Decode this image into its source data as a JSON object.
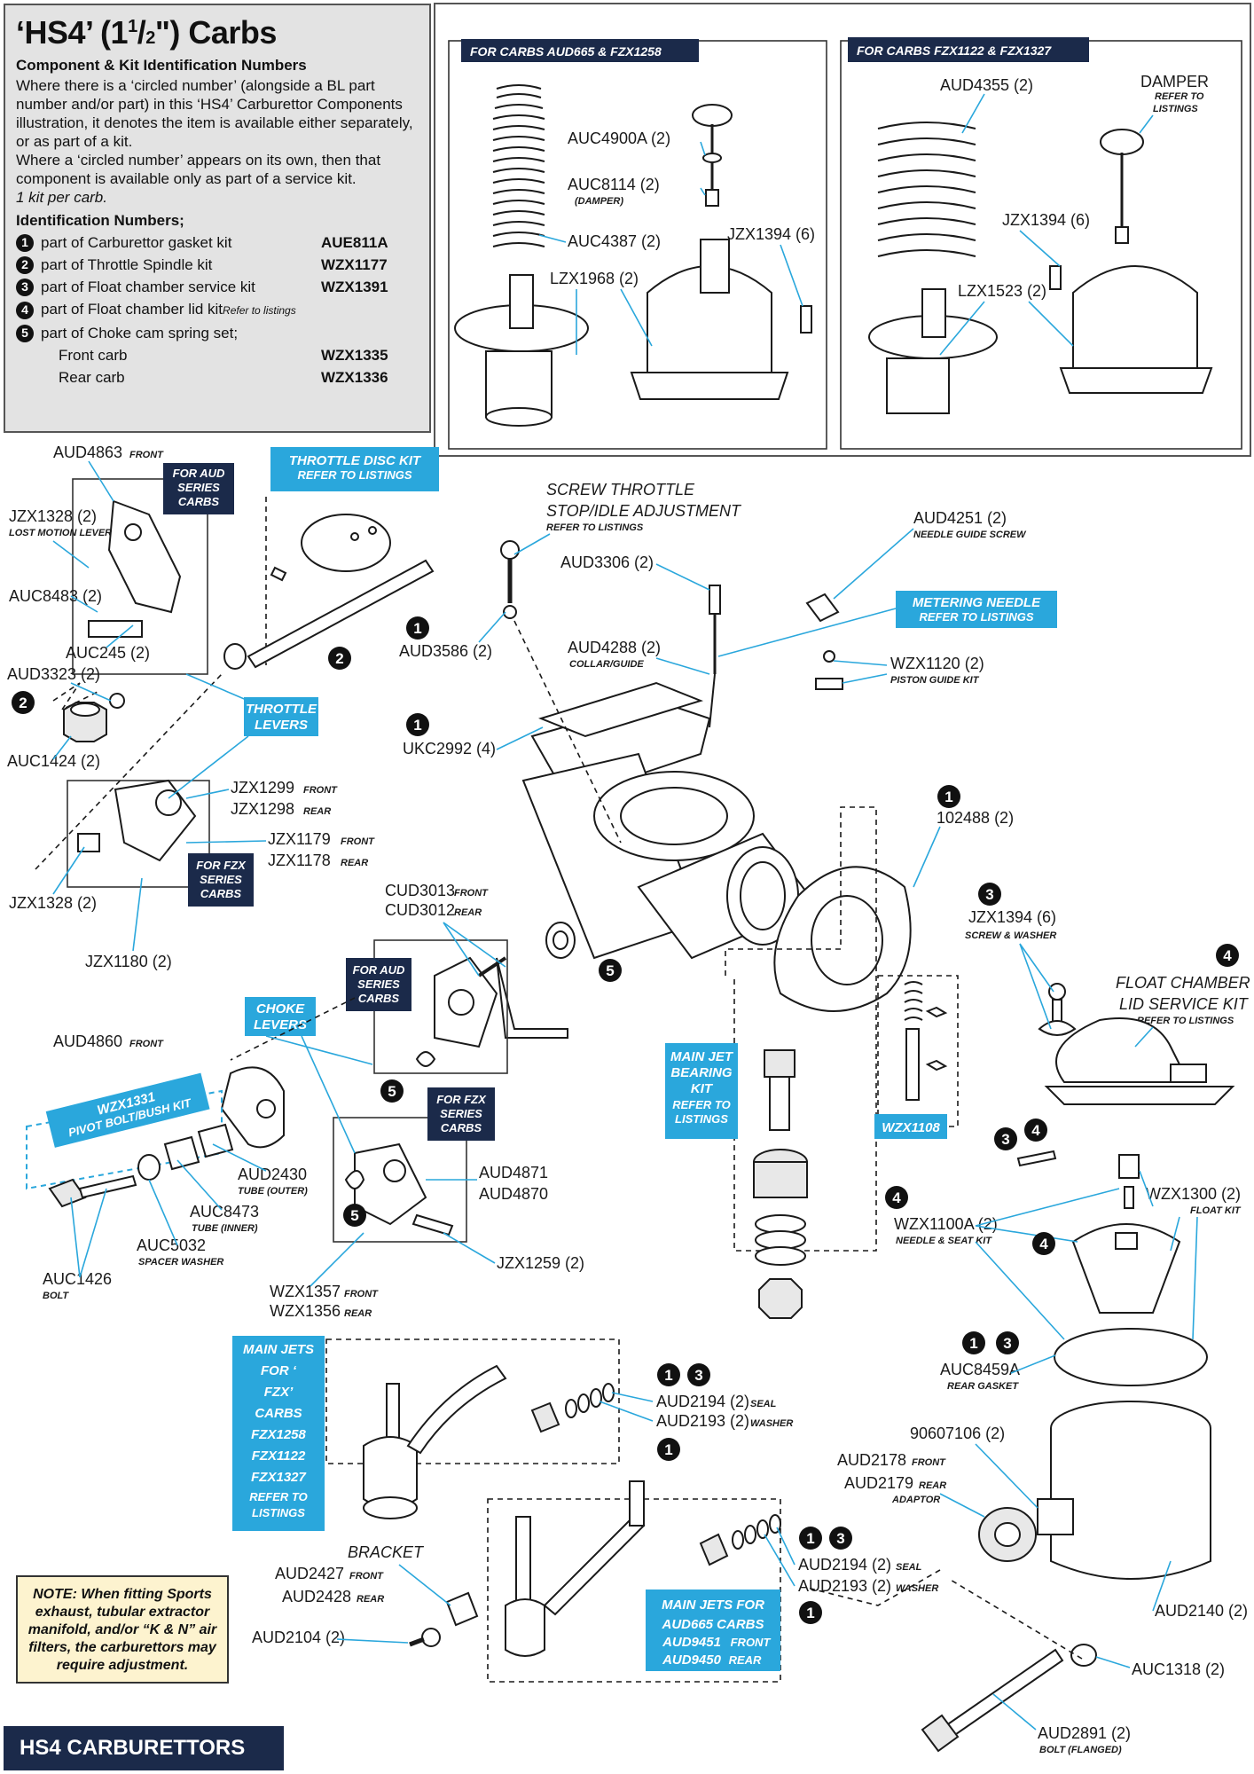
{
  "title": {
    "main": "‘HS4’ (1",
    "sup": "1",
    "frac_sep": "/",
    "sub": "2",
    "tail": "\") Carbs"
  },
  "info": {
    "heading": "Component & Kit Identification Numbers",
    "para1": "Where there is a ‘circled number’ (alongside a BL part number and/or part) in this ‘HS4’ Carburettor Components illustration, it denotes the item is available either separately, or as part of a kit.",
    "para2": "Where a ‘circled number’ appears on its own, then that component is available only as part of a service kit.",
    "para3": "1 kit per carb.",
    "id_heading": "Identification Numbers;",
    "ids": [
      {
        "num": "1",
        "text": "part of Carburettor gasket kit",
        "code": "AUE811A"
      },
      {
        "num": "2",
        "text": "part of Throttle Spindle kit",
        "code": "WZX1177"
      },
      {
        "num": "3",
        "text": "part of Float chamber service kit",
        "code": "WZX1391"
      },
      {
        "num": "4",
        "text": "part of Float chamber lid kit",
        "small": "Refer to listings",
        "code": ""
      },
      {
        "num": "5",
        "text": "part of Choke cam spring set;",
        "code": ""
      }
    ],
    "front_label": "Front carb",
    "front_code": "WZX1335",
    "rear_label": "Rear carb",
    "rear_code": "WZX1336"
  },
  "boxes": {
    "aud_title": "FOR CARBS AUD665 & FZX1258",
    "fzx_title": "FOR CARBS FZX1122 & FZX1327"
  },
  "labels": {
    "auc4900a": "AUC4900A (2)",
    "auc8114": "AUC8114 (2)",
    "auc8114_sub": "(DAMPER)",
    "auc4387": "AUC4387 (2)",
    "jzx1394_a": "JZX1394 (6)",
    "lzx1968": "LZX1968 (2)",
    "aud4355": "AUD4355 (2)",
    "damper": "DAMPER",
    "damper_sub1": "REFER TO",
    "damper_sub2": "LISTINGS",
    "jzx1394_b": "JZX1394 (6)",
    "lzx1523": "LZX1523 (2)",
    "aud4863": "AUD4863",
    "aud4863_sub": "FRONT",
    "jzx1328_a": "JZX1328 (2)",
    "jzx1328_a_sub": "LOST MOTION LEVER",
    "auc8483": "AUC8483 (2)",
    "auc245": "AUC245 (2)",
    "aud3323": "AUD3323 (2)",
    "auc1424": "AUC1424 (2)",
    "jzx1299": "JZX1299",
    "jzx1299_sub": "FRONT",
    "jzx1298": "JZX1298",
    "jzx1298_sub": "REAR",
    "jzx1179": "JZX1179",
    "jzx1179_sub": "FRONT",
    "jzx1178": "JZX1178",
    "jzx1178_sub": "REAR",
    "jzx1328_b": "JZX1328 (2)",
    "jzx1180": "JZX1180 (2)",
    "screw_throttle1": "SCREW THROTTLE",
    "screw_throttle2": "STOP/IDLE ADJUSTMENT",
    "screw_throttle_sub": "REFER TO LISTINGS",
    "aud3306": "AUD3306 (2)",
    "aud3586": "AUD3586 (2)",
    "aud4288": "AUD4288 (2)",
    "aud4288_sub": "COLLAR/GUIDE",
    "aud4251": "AUD4251 (2)",
    "aud4251_sub": "NEEDLE GUIDE SCREW",
    "wzx1120": "WZX1120 (2)",
    "wzx1120_sub": "PISTON GUIDE KIT",
    "ukc2992": "UKC2992 (4)",
    "p102488": "102488 (2)",
    "jzx1394_c": "JZX1394 (6)",
    "jzx1394_c_sub": "SCREW & WASHER",
    "float_lid1": "FLOAT CHAMBER",
    "float_lid2": "LID SERVICE KIT",
    "float_lid_sub": "REFER TO LISTINGS",
    "cud3013": "CUD3013",
    "cud3013_sub": "FRONT",
    "cud3012": "CUD3012",
    "cud3012_sub": "REAR",
    "aud4860": "AUD4860",
    "aud4860_sub": "FRONT",
    "aud2430": "AUD2430",
    "aud2430_sub": "TUBE (OUTER)",
    "auc8473": "AUC8473",
    "auc8473_sub": "TUBE (INNER)",
    "auc5032": "AUC5032",
    "auc5032_sub": "SPACER WASHER",
    "auc1426": "AUC1426",
    "auc1426_sub": "BOLT",
    "aud4871": "AUD4871",
    "aud4870": "AUD4870",
    "jzx1259": "JZX1259 (2)",
    "wzx1357": "WZX1357",
    "wzx1357_sub": "FRONT",
    "wzx1356": "WZX1356",
    "wzx1356_sub": "REAR",
    "wzx1300": "WZX1300 (2)",
    "wzx1300_sub": "FLOAT KIT",
    "wzx1100a": "WZX1100A (2)",
    "wzx1100a_sub": "NEEDLE & SEAT KIT",
    "auc8459a": "AUC8459A",
    "auc8459a_sub": "REAR GASKET",
    "aud2194_a": "AUD2194 (2)",
    "aud2194_a_sub": "SEAL",
    "aud2193_a": "AUD2193 (2)",
    "aud2193_a_sub": "WASHER",
    "p90607106": "90607106 (2)",
    "aud2178": "AUD2178",
    "aud2178_sub": "FRONT",
    "aud2179": "AUD2179",
    "aud2179_sub": "REAR",
    "adaptor_sub": "ADAPTOR",
    "bracket": "BRACKET",
    "aud2427": "AUD2427",
    "aud2427_sub": "FRONT",
    "aud2428": "AUD2428",
    "aud2428_sub": "REAR",
    "aud2104": "AUD2104 (2)",
    "aud2194_b": "AUD2194 (2)",
    "aud2194_b_sub": "SEAL",
    "aud2193_b": "AUD2193 (2)",
    "aud2193_b_sub": "WASHER",
    "aud2140": "AUD2140 (2)",
    "auc1318": "AUC1318 (2)",
    "aud2891": "AUD2891 (2)",
    "aud2891_sub": "BOLT (FLANGED)"
  },
  "callouts": {
    "for_aud_1": "FOR AUD",
    "for_aud_2": "SERIES",
    "for_aud_3": "CARBS",
    "throttle_disc_1": "THROTTLE DISC KIT",
    "throttle_disc_2": "REFER TO LISTINGS",
    "throttle_levers_1": "THROTTLE",
    "throttle_levers_2": "LEVERS",
    "for_fzx_1": "FOR FZX",
    "for_fzx_2": "SERIES",
    "for_fzx_3": "CARBS",
    "metering_1": "METERING NEEDLE",
    "metering_2": "REFER TO LISTINGS",
    "for_aud_b1": "FOR AUD",
    "for_aud_b2": "SERIES",
    "for_aud_b3": "CARBS",
    "choke_1": "CHOKE",
    "choke_2": "LEVERS",
    "for_fzx_b1": "FOR FZX",
    "for_fzx_b2": "SERIES",
    "for_fzx_b3": "CARBS",
    "wzx1331_1": "WZX1331",
    "wzx1331_2": "PIVOT BOLT/BUSH KIT",
    "main_jet_1": "MAIN JET",
    "main_jet_2": "BEARING",
    "main_jet_3": "KIT",
    "main_jet_4": "REFER TO",
    "main_jet_5": "LISTINGS",
    "wzx1108": "WZX1108",
    "fzx_jets_1": "MAIN JETS",
    "fzx_jets_2": "FOR ‘",
    "fzx_jets_3": "FZX’",
    "fzx_jets_4": "CARBS",
    "fzx_jets_5": "FZX1258",
    "fzx_jets_6": "FZX1122",
    "fzx_jets_7": "FZX1327",
    "fzx_jets_8": "REFER TO",
    "fzx_jets_9": "LISTINGS",
    "aud_jets_1": "MAIN JETS FOR",
    "aud_jets_2": "AUD665 CARBS",
    "aud_jets_3": "AUD9451",
    "aud_jets_3s": "FRONT",
    "aud_jets_4": "AUD9450",
    "aud_jets_4s": "REAR"
  },
  "numbers": {
    "n1": "1",
    "n2": "2",
    "n3": "3",
    "n4": "4",
    "n5": "5"
  },
  "note": "NOTE: When fitting Sports exhaust, tubular extractor manifold, and/or “K & N” air filters, the carburettors may require adjustment.",
  "footer": "HS4 CARBURETTORS",
  "colors": {
    "accent_blue": "#2aa7dc",
    "navy": "#1b2a4a",
    "panel_grey": "#e3e3e3",
    "note_yellow": "#fdf3cf"
  }
}
